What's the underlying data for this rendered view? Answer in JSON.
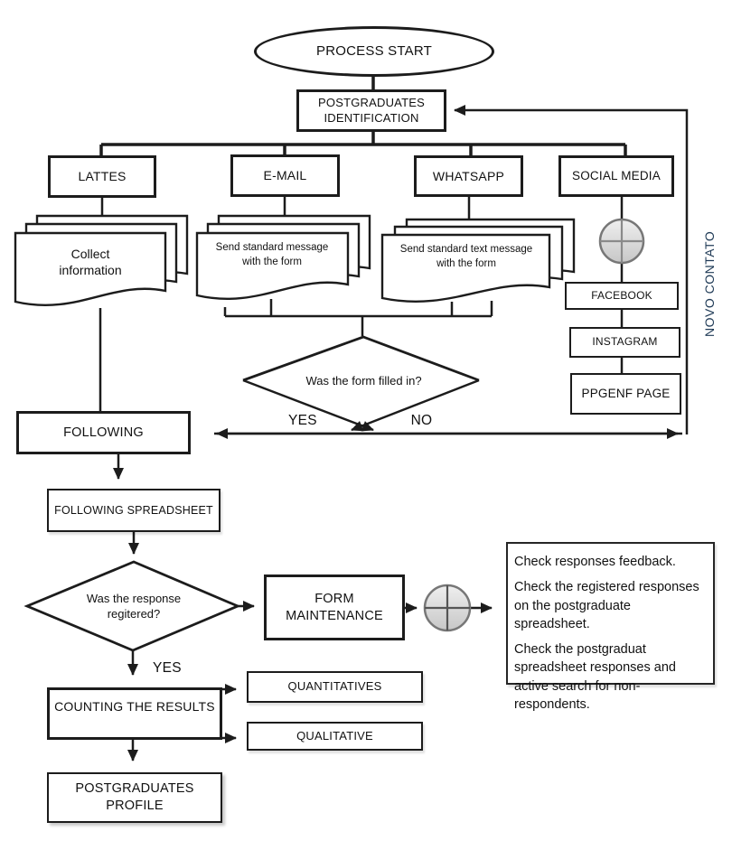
{
  "nodes": {
    "process_start": "PROCESS START",
    "postgraduates_identification": "POSTGRADUATES IDENTIFICATION",
    "lattes": "LATTES",
    "email": "E-MAIL",
    "whatsapp": "WHATSAPP",
    "social_media": "SOCIAL MEDIA",
    "collect_information": "Collect information",
    "send_standard_message": "Send standard message with the form",
    "send_standard_text_message": "Send standard text message with the form",
    "facebook": "FACEBOOK",
    "instagram": "INSTAGRAM",
    "ppgenf_page": "PPGENF PAGE",
    "form_filled_question": "Was the form filled in?",
    "following": "FOLLOWING",
    "following_spreadsheet": "FOLLOWING SPREADSHEET",
    "response_registered_question": "Was the response regitered?",
    "form_maintenance": "FORM MAINTENANCE",
    "counting_results": "COUNTING THE RESULTS",
    "quantitatives": "QUANTITATIVES",
    "qualitative": "QUALITATIVE",
    "postgraduates_profile": "POSTGRADUATES PROFILE"
  },
  "labels": {
    "yes_form": "YES",
    "no_form": "NO",
    "yes_response": "YES",
    "novo_contato": "NOVO CONTATO"
  },
  "notes": {
    "items": [
      "Check responses feedback.",
      "Check the registered responses on the postgraduate spreadsheet.",
      "Check the postgraduat spreadsheet responses and active search for non-respondents."
    ]
  },
  "colors": {
    "line": "#1c1c1c",
    "novo_contato_text": "#1f3a56",
    "junction_fill": "#d9d9d9",
    "junction_stroke": "#777777"
  }
}
